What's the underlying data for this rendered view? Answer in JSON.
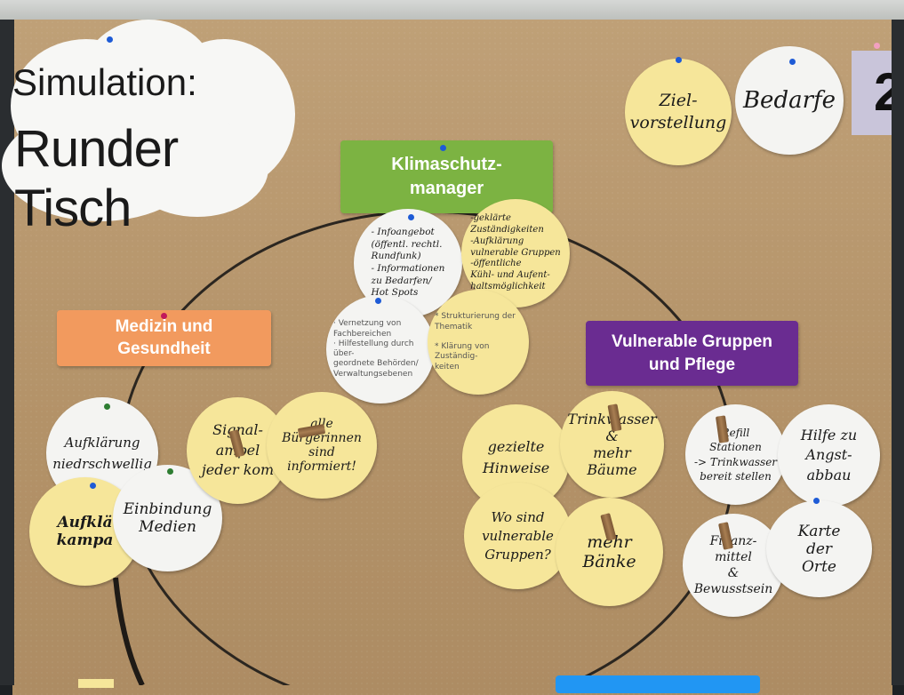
{
  "title_cloud": {
    "line1": "Simulation:",
    "line2": "Runder Tisch"
  },
  "number_card": {
    "text": "2"
  },
  "top_circles": {
    "ziel": "Ziel-\nvorstellung",
    "bedarfe": "Bedarfe"
  },
  "cards": {
    "klimaschutz": "Klimaschutz-\nmanager",
    "medizin": "Medizin und\nGesundheit",
    "vulnerable": "Vulnerable Gruppen\nund Pflege"
  },
  "klima_notes": {
    "n1": "- Infoangebot\n(öffentl. rechtl.\nRundfunk)\n- Informationen\nzu Bedarfen/\nHot Spots",
    "n2": "-geklärte\nZuständigkeiten\n-Aufklärung\nvulnerable Gruppen\n-öffentliche\nKühl- und Aufent-\nhaltsmöglichkeit",
    "n3": "· Vernetzung von\nFachbereichen\n· Hilfestellung durch über-\ngeordnete Behörden/\nVerwaltungsebenen",
    "n4": "* Strukturierung der\nThematik\n\n* Klärung von Zuständig-\nkeiten"
  },
  "medizin_notes": {
    "n1": "Aufklärung\nniedrschwellig",
    "n2": "Signal-\nampel\njeder kom",
    "n3": "alle\nBürgerinnen\nsind informiert!",
    "n4": "Aufklä\nkampa",
    "n5": "Einbindung\nMedien"
  },
  "vulnerable_notes": {
    "n1": "gezielte\nHinweise",
    "n2": "Trinkwasser\n&\nmehr Bäume",
    "n3": "Wo sind\nvulnerable\nGruppen?",
    "n4": "mehr\nBänke"
  },
  "right_notes": {
    "n1": "Refill\nStationen\n-> Trinkwasser\nbereit stellen",
    "n2": "Hilfe zu\nAngst-\nabbau",
    "n3": "Finanz-\nmittel\n&\nBewusstsein",
    "n4": "Karte\nder\nOrte"
  },
  "colors": {
    "green": "#7cb342",
    "orange": "#f29a5e",
    "purple": "#6a2c91",
    "blue": "#2196f3",
    "yellow_note": "#f6e69a",
    "white_note": "#f4f4f2",
    "kraft": "#b8986f"
  }
}
